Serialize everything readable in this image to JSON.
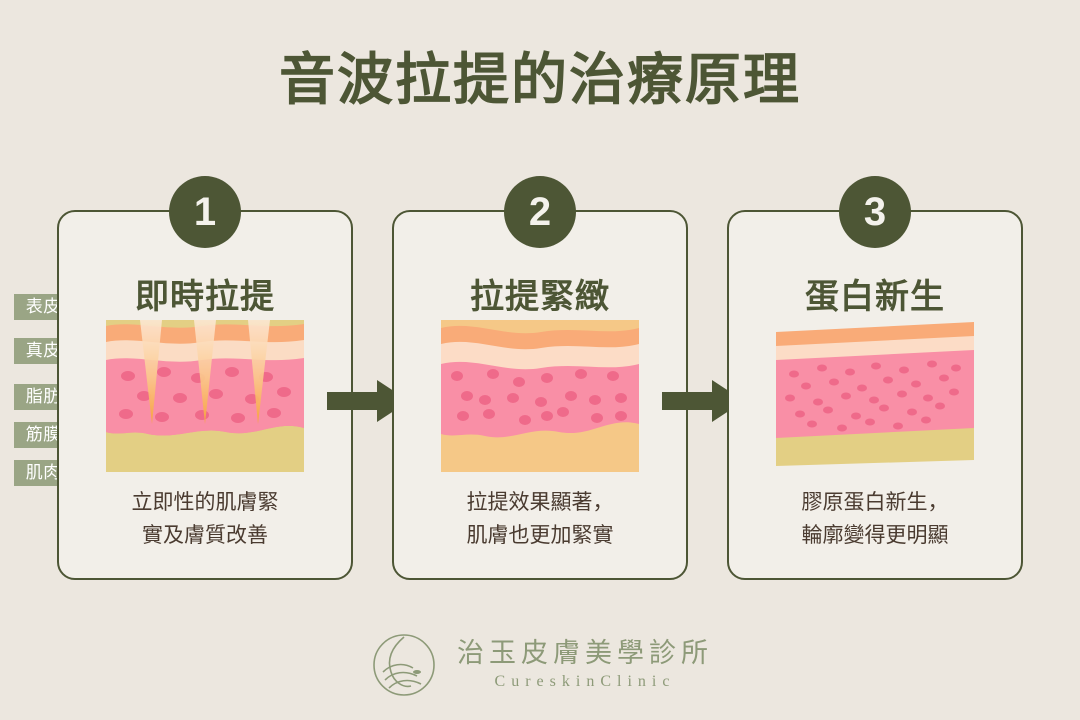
{
  "page": {
    "title": "音波拉提的治療原理",
    "background_color": "#ece7df",
    "accent_color": "#4d5635",
    "tag_color": "#9aa585",
    "caption_color": "#4a3b30"
  },
  "skin_layers": {
    "labels": [
      {
        "name": "表皮層"
      },
      {
        "name": "真皮層"
      },
      {
        "name": "脂肪層"
      },
      {
        "name": "筋膜層"
      },
      {
        "name": "肌肉層"
      }
    ]
  },
  "steps": [
    {
      "number": "1",
      "heading": "即時拉提",
      "caption_line1": "立即性的肌膚緊",
      "caption_line2": "實及膚質改善",
      "illustration": "skin-cross-section-with-ultrasound-cones"
    },
    {
      "number": "2",
      "heading": "拉提緊緻",
      "caption_line1": "拉提效果顯著，",
      "caption_line2": "肌膚也更加緊實",
      "illustration": "skin-cross-section-wavy-tightened"
    },
    {
      "number": "3",
      "heading": "蛋白新生",
      "caption_line1": "膠原蛋白新生，",
      "caption_line2": "輪廓變得更明顯",
      "illustration": "skin-cross-section-collagen-dense"
    }
  ],
  "arrows": [
    {
      "name": "arrow-step1-to-step2"
    },
    {
      "name": "arrow-step2-to-step3"
    }
  ],
  "footer": {
    "clinic_name_cn": "治玉皮膚美學診所",
    "clinic_name_en": "CureskinClinic",
    "logo_color": "#8d9a78"
  }
}
